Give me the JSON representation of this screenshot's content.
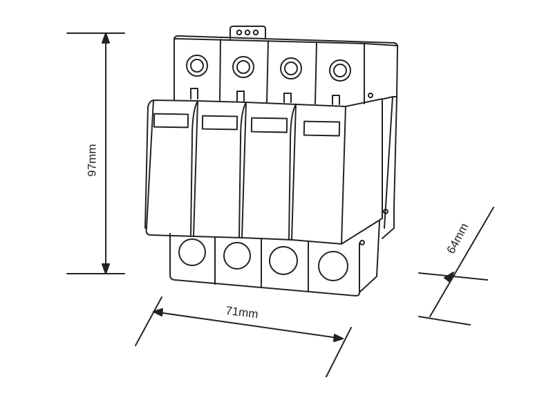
{
  "dimensions": {
    "height": "97mm",
    "width": "71mm",
    "depth": "64mm"
  },
  "colors": {
    "line": "#222222",
    "background": "#ffffff"
  }
}
